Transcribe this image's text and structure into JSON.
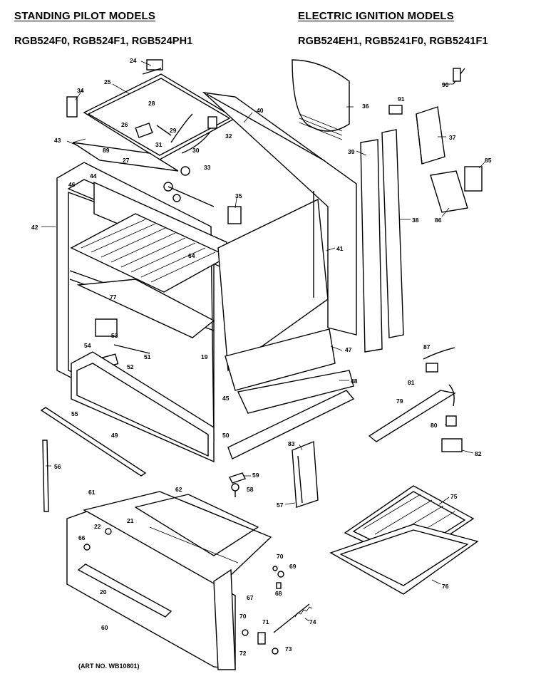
{
  "header": {
    "left_title": "STANDING PILOT MODELS",
    "right_title": "ELECTRIC IGNITION MODELS",
    "left_models": "RGB524F0, RGB524F1, RGB524PH1",
    "right_models": "RGB524EH1, RGB5241F0, RGB5241F1"
  },
  "footer": {
    "art_no": "(ART NO. WB10801)"
  },
  "callouts": [
    "24",
    "25",
    "34",
    "26",
    "28",
    "29",
    "32",
    "43",
    "89",
    "27",
    "31",
    "30",
    "33",
    "44",
    "40",
    "36",
    "91",
    "90",
    "37",
    "39",
    "35",
    "85",
    "86",
    "38",
    "46",
    "42",
    "41",
    "64",
    "77",
    "53",
    "54",
    "51",
    "52",
    "19",
    "45",
    "47",
    "48",
    "87",
    "81",
    "79",
    "55",
    "49",
    "50",
    "56",
    "80",
    "82",
    "83",
    "59",
    "58",
    "57",
    "75",
    "61",
    "62",
    "21",
    "22",
    "66",
    "70",
    "69",
    "20",
    "67",
    "68",
    "60",
    "71",
    "74",
    "72",
    "73",
    "76"
  ],
  "icons": {
    "diagram": "exploded-parts-diagram"
  },
  "colors": {
    "ink": "#000000",
    "paper": "#ffffff"
  }
}
